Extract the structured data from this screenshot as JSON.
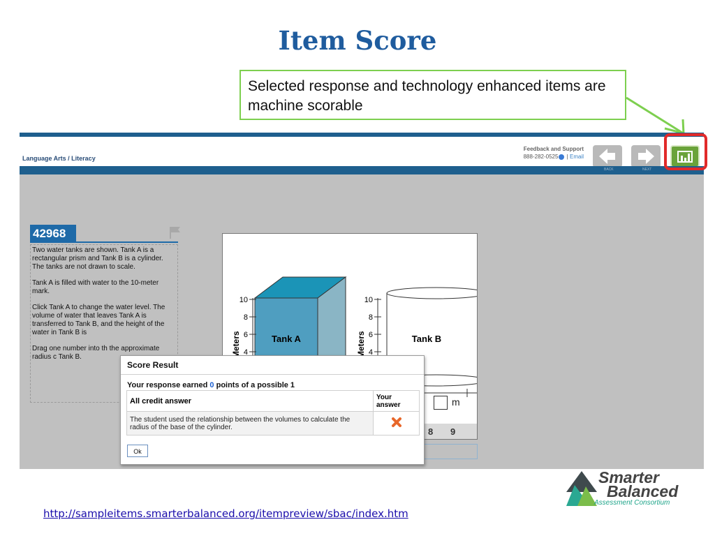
{
  "slide": {
    "title": "Item Score",
    "callout": "Selected response and technology enhanced items are machine scorable",
    "footer_link": "http://sampleitems.smarterbalanced.org/itempreview/sbac/index.htm",
    "annotation_color": "#7dcf4f",
    "highlight_color": "#e12a2a"
  },
  "app": {
    "subject": "Language Arts / Literacy",
    "feedback": {
      "title": "Feedback and Support",
      "phone": "888-282-0525",
      "separator": "|",
      "email_label": "Email"
    },
    "nav": {
      "back_label": "BACK",
      "next_label": "NEXT",
      "back_icon": "arrow-left-icon",
      "next_icon": "arrow-right-icon",
      "score_icon": "bar-chart-icon"
    },
    "item": {
      "id": "42968",
      "flag_icon": "flag-icon",
      "paragraphs": [
        "Two water tanks are shown. Tank A is a rectangular prism and Tank B is a cylinder. The tanks are not drawn to scale.",
        "Tank A is filled with water to the 10-meter mark.",
        "Click Tank A to change the water level. The volume of water that leaves Tank A is transferred to Tank B, and the height of the water in Tank B is",
        "Drag one number into th the approximate radius c Tank B."
      ]
    },
    "figure": {
      "tank_a_label": "Tank A",
      "tank_b_label": "Tank B",
      "axis_label": "Meters",
      "ticks": [
        "10",
        "8",
        "6",
        "4"
      ],
      "answer_unit": "m",
      "number_tiles": [
        "8",
        "9"
      ]
    },
    "score_dialog": {
      "title": "Score Result",
      "summary_prefix": "Your response earned",
      "points_earned": "0",
      "summary_suffix": "points of a possible 1",
      "col_credit": "All credit answer",
      "col_your": "Your answer",
      "rubric": "The student used the relationship between the volumes to calculate the radius of the base of the cylinder.",
      "result_icon": "x-mark-icon",
      "ok_label": "Ok"
    }
  },
  "logo": {
    "line1": "Smarter",
    "line2": "Balanced",
    "line3": "Assessment Consortium"
  }
}
